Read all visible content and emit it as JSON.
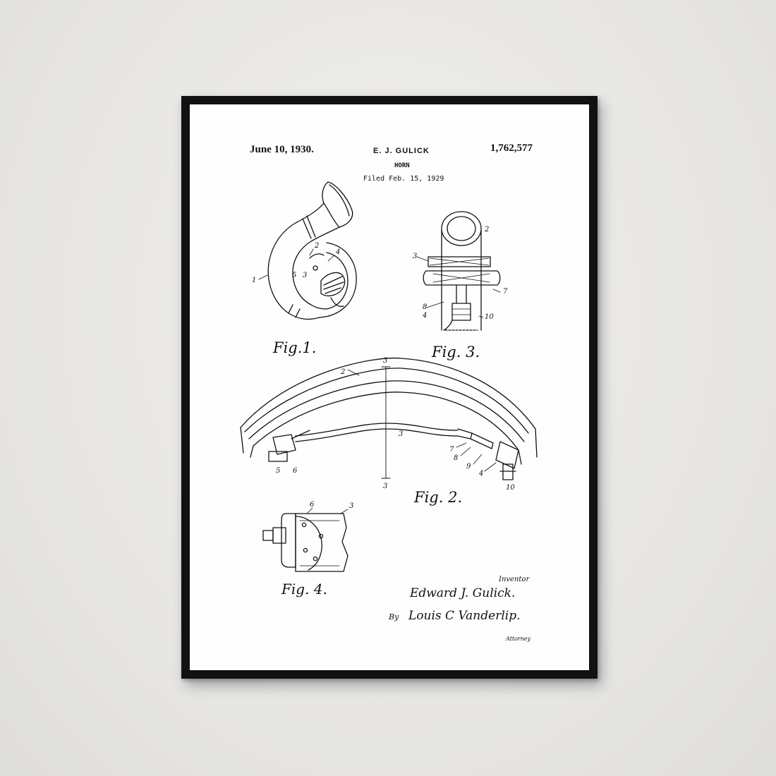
{
  "patent": {
    "date": "June 10, 1930.",
    "inventor_header": "E. J. GULICK",
    "number": "1,762,577",
    "title": "HORN",
    "filed": "Filed Feb. 15, 1929"
  },
  "figures": {
    "fig1": "Fig.1.",
    "fig2": "Fig. 2.",
    "fig3": "Fig. 3.",
    "fig4": "Fig. 4."
  },
  "signatures": {
    "inventor_label": "Inventor",
    "inventor_name": "Edward J. Gulick.",
    "by_label": "By",
    "attorney_name": "Louis C Vanderlip.",
    "attorney_label": "Attorney"
  },
  "reference_numerals": {
    "fig1": [
      "1",
      "2",
      "3",
      "4",
      "5"
    ],
    "fig2": [
      "2",
      "3",
      "3",
      "3",
      "4",
      "5",
      "6",
      "7",
      "8",
      "9",
      "10"
    ],
    "fig3": [
      "2",
      "3",
      "7",
      "8",
      "4",
      "10"
    ],
    "fig4": [
      "6",
      "3"
    ]
  },
  "colors": {
    "wall": "#e9e8e6",
    "frame": "#111111",
    "paper": "#fefefe",
    "ink": "#111111"
  }
}
